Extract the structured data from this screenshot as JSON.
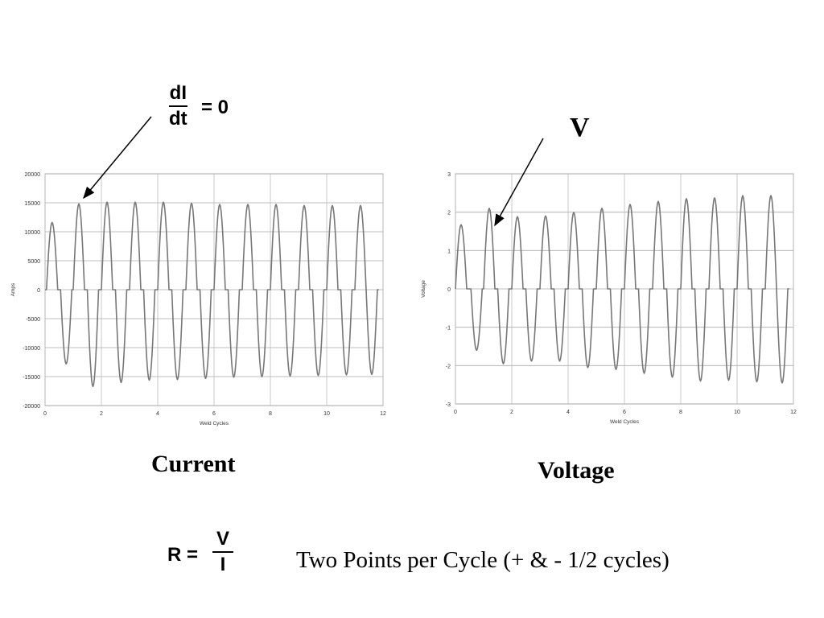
{
  "annotations": {
    "didt_num": "dI",
    "didt_den": "dt",
    "didt_eq": "= 0",
    "v_label": "V",
    "current_caption": "Current",
    "voltage_caption": "Voltage",
    "r_lhs": "R =",
    "r_num": "V",
    "r_den": "I",
    "two_points": "Two Points per Cycle (+ & - 1/2 cycles)"
  },
  "chart_data": [
    {
      "type": "line",
      "xlabel": "Weld Cycles",
      "ylabel": "Amps",
      "xlim": [
        0,
        12
      ],
      "ylim": [
        -20000,
        20000
      ],
      "xticks": [
        0,
        2,
        4,
        6,
        8,
        10,
        12
      ],
      "yticks": [
        -20000,
        -15000,
        -10000,
        -5000,
        0,
        5000,
        10000,
        15000,
        20000
      ],
      "grid": true,
      "line_color": "#777777",
      "waveform": {
        "start": 0,
        "end": 11.85,
        "pos_peaks": [
          {
            "x": 0.25,
            "y": 11600
          },
          {
            "x": 1.2,
            "y": 14800
          },
          {
            "x": 2.2,
            "y": 15100
          },
          {
            "x": 3.2,
            "y": 15100
          },
          {
            "x": 4.2,
            "y": 15100
          },
          {
            "x": 5.2,
            "y": 14900
          },
          {
            "x": 6.2,
            "y": 14700
          },
          {
            "x": 7.2,
            "y": 14700
          },
          {
            "x": 8.2,
            "y": 14700
          },
          {
            "x": 9.2,
            "y": 14500
          },
          {
            "x": 10.2,
            "y": 14500
          },
          {
            "x": 11.2,
            "y": 14500
          }
        ],
        "neg_peaks": [
          {
            "x": 0.75,
            "y": -12800
          },
          {
            "x": 1.7,
            "y": -16700
          },
          {
            "x": 2.7,
            "y": -16000
          },
          {
            "x": 3.7,
            "y": -15600
          },
          {
            "x": 4.7,
            "y": -15500
          },
          {
            "x": 5.7,
            "y": -15300
          },
          {
            "x": 6.7,
            "y": -15100
          },
          {
            "x": 7.7,
            "y": -15000
          },
          {
            "x": 8.7,
            "y": -14900
          },
          {
            "x": 9.7,
            "y": -14800
          },
          {
            "x": 10.7,
            "y": -14700
          },
          {
            "x": 11.6,
            "y": -14600
          }
        ]
      }
    },
    {
      "type": "line",
      "xlabel": "Weld Cycles",
      "ylabel": "Voltage",
      "xlim": [
        0,
        12
      ],
      "ylim": [
        -3,
        3
      ],
      "xticks": [
        0,
        2,
        4,
        6,
        8,
        10,
        12
      ],
      "yticks": [
        -3,
        -2,
        -1,
        0,
        1,
        2,
        3
      ],
      "grid": true,
      "line_color": "#777777",
      "waveform": {
        "start": 0,
        "end": 11.85,
        "pos_peaks": [
          {
            "x": 0.2,
            "y": 1.67
          },
          {
            "x": 1.2,
            "y": 2.1
          },
          {
            "x": 2.2,
            "y": 1.88
          },
          {
            "x": 3.2,
            "y": 1.9
          },
          {
            "x": 4.2,
            "y": 1.99
          },
          {
            "x": 5.2,
            "y": 2.1
          },
          {
            "x": 6.2,
            "y": 2.2
          },
          {
            "x": 7.2,
            "y": 2.28
          },
          {
            "x": 8.2,
            "y": 2.35
          },
          {
            "x": 9.2,
            "y": 2.37
          },
          {
            "x": 10.2,
            "y": 2.43
          },
          {
            "x": 11.2,
            "y": 2.43
          }
        ],
        "neg_peaks": [
          {
            "x": 0.75,
            "y": -1.6
          },
          {
            "x": 1.7,
            "y": -1.95
          },
          {
            "x": 2.7,
            "y": -1.88
          },
          {
            "x": 3.7,
            "y": -1.88
          },
          {
            "x": 4.7,
            "y": -2.05
          },
          {
            "x": 5.7,
            "y": -2.1
          },
          {
            "x": 6.7,
            "y": -2.2
          },
          {
            "x": 7.7,
            "y": -2.3
          },
          {
            "x": 8.7,
            "y": -2.4
          },
          {
            "x": 9.7,
            "y": -2.38
          },
          {
            "x": 10.7,
            "y": -2.42
          },
          {
            "x": 11.6,
            "y": -2.45
          }
        ]
      }
    }
  ]
}
